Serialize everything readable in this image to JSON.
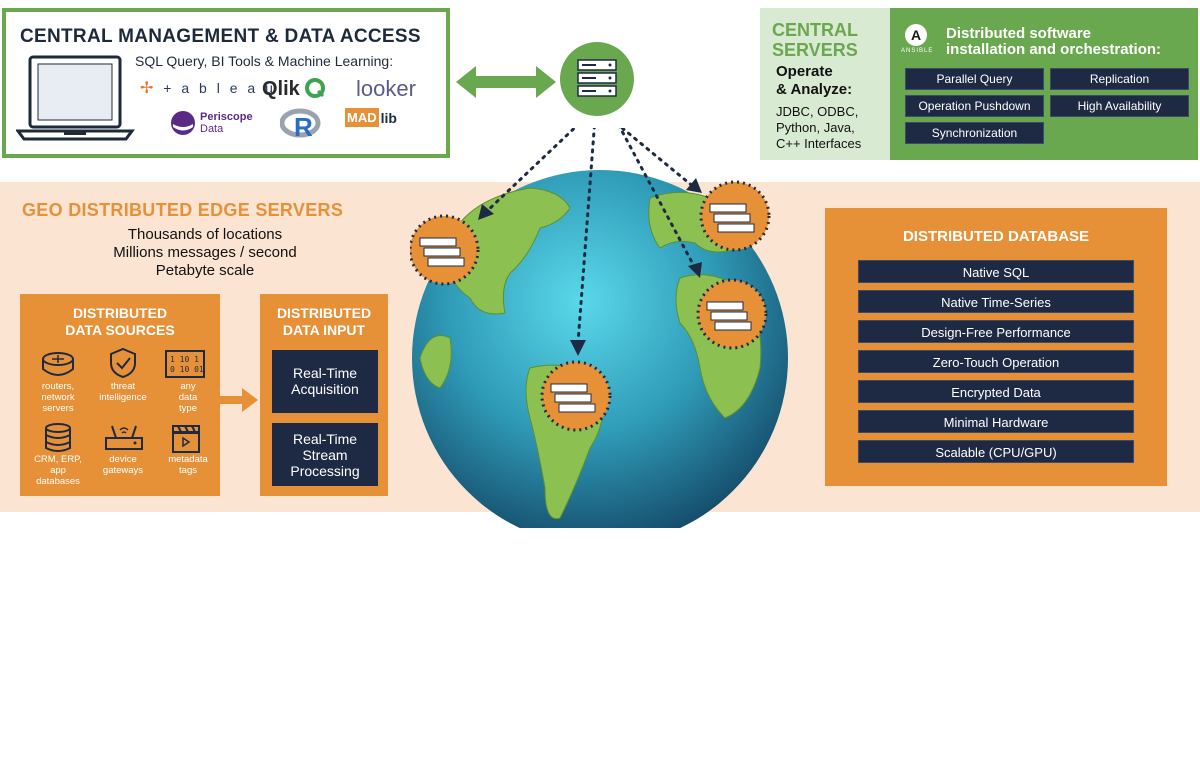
{
  "central_management": {
    "title": "CENTRAL MANAGEMENT & DATA ACCESS",
    "subtitle": "SQL Query, BI Tools & Machine Learning:",
    "logos": {
      "tableau": "+ a b l e a u",
      "qlik": "Qlik",
      "looker": "looker",
      "periscope_line1": "Periscope",
      "periscope_line2": "Data",
      "r": "R",
      "madlib_mad": "MAD",
      "madlib_lib": "lib"
    }
  },
  "central_servers": {
    "title_line1": "CENTRAL",
    "title_line2": "SERVERS",
    "operate_line1": "Operate",
    "operate_line2": "& Analyze:",
    "interfaces": [
      "JDBC, ODBC,",
      "Python, Java,",
      "C++ Interfaces"
    ]
  },
  "distributed_software": {
    "ansible_letter": "A",
    "ansible_word": "ANSIBLE",
    "title_line1": "Distributed software",
    "title_line2": "installation and orchestration:",
    "features": [
      "Parallel Query",
      "Replication",
      "Operation Pushdown",
      "High Availability",
      "Synchronization"
    ]
  },
  "edge": {
    "title": "GEO DISTRIBUTED EDGE SERVERS",
    "lines": [
      "Thousands of locations",
      "Millions messages / second",
      "Petabyte scale"
    ]
  },
  "data_sources": {
    "title_line1": "DISTRIBUTED",
    "title_line2": "DATA SOURCES",
    "items": [
      {
        "label": "routers,\nnetwork\nservers",
        "icon": "router-icon"
      },
      {
        "label": "threat\nintelligence",
        "icon": "shield-icon"
      },
      {
        "label": "any\ndata\ntype",
        "icon": "binary-data-icon"
      },
      {
        "label": "CRM, ERP,\napp\ndatabases",
        "icon": "database-icon"
      },
      {
        "label": "device\ngateways",
        "icon": "gateway-icon"
      },
      {
        "label": "metadata\ntags",
        "icon": "clapperboard-icon"
      }
    ]
  },
  "data_input": {
    "title_line1": "DISTRIBUTED",
    "title_line2": "DATA INPUT",
    "items": [
      "Real-Time\nAcquisition",
      "Real-Time\nStream\nProcessing"
    ]
  },
  "database": {
    "title": "DISTRIBUTED DATABASE",
    "features": [
      "Native SQL",
      "Native Time-Series",
      "Design-Free Performance",
      "Zero-Touch Operation",
      "Encrypted Data",
      "Minimal Hardware",
      "Scalable (CPU/GPU)"
    ]
  },
  "colors": {
    "green": "#6aa84f",
    "light_green": "#d9ead3",
    "orange": "#e69138",
    "peach": "#fbe5d2",
    "navy": "#1e2a44"
  }
}
